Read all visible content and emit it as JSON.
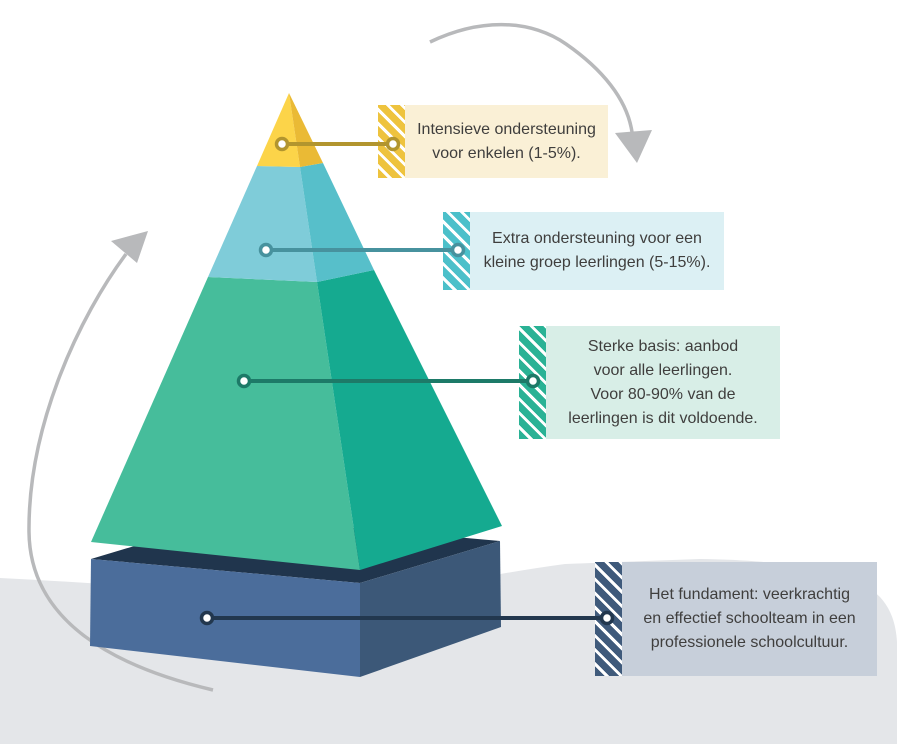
{
  "diagram": {
    "name": "ondersteuningspiramide",
    "theme": {
      "background": "#ffffff",
      "ground_color": "#e4e6e9",
      "arrow_color": "#b8b9bb",
      "text_color": "#3f3e3d"
    },
    "pyramid": {
      "tiers": [
        {
          "name": "intensieve-ondersteuning-top",
          "left_color": "#fcd449",
          "right_color": "#eaba35"
        },
        {
          "name": "extra-ondersteuning-middle",
          "left_color": "#7fccd9",
          "right_color": "#57bfca"
        },
        {
          "name": "sterke-basis-body",
          "left_color": "#46bd9b",
          "right_color": "#15aa90"
        }
      ],
      "foundation": {
        "front_color": "#4b6d9b",
        "side_color": "#3c5878",
        "top_color": "#20354d"
      }
    },
    "labels": [
      {
        "lines": [
          "Intensieve ondersteuning",
          "voor enkelen (1-5%)."
        ],
        "bg": "#faf0d6",
        "stripe": "#eec33e",
        "leader_color": "#b2952e"
      },
      {
        "lines": [
          "Extra ondersteuning voor een",
          "kleine groep leerlingen (5-15%)."
        ],
        "bg": "#dcf0f4",
        "stripe": "#4cc0ca",
        "leader_color": "#47929e"
      },
      {
        "lines": [
          "Sterke basis: aanbod",
          "voor alle leerlingen.",
          "Voor 80-90% van de",
          "leerlingen is dit voldoende."
        ],
        "bg": "#d8eee7",
        "stripe": "#2ab295",
        "leader_color": "#1d7a68"
      },
      {
        "lines": [
          "Het fundament: veerkrachtig",
          "en effectief schoolteam in een",
          "professionele schoolcultuur."
        ],
        "bg": "#c7cfda",
        "stripe": "#3f5a7b",
        "leader_color": "#22374e"
      }
    ]
  }
}
